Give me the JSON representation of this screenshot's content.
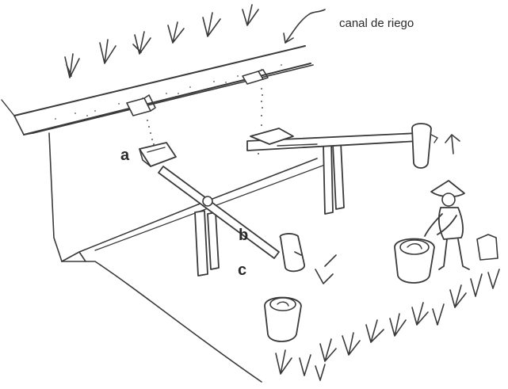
{
  "labels": {
    "canal": "canal de riego",
    "a": "a",
    "b": "b",
    "c": "c"
  },
  "colors": {
    "ink": "#3a3a3a",
    "background": "#ffffff"
  }
}
